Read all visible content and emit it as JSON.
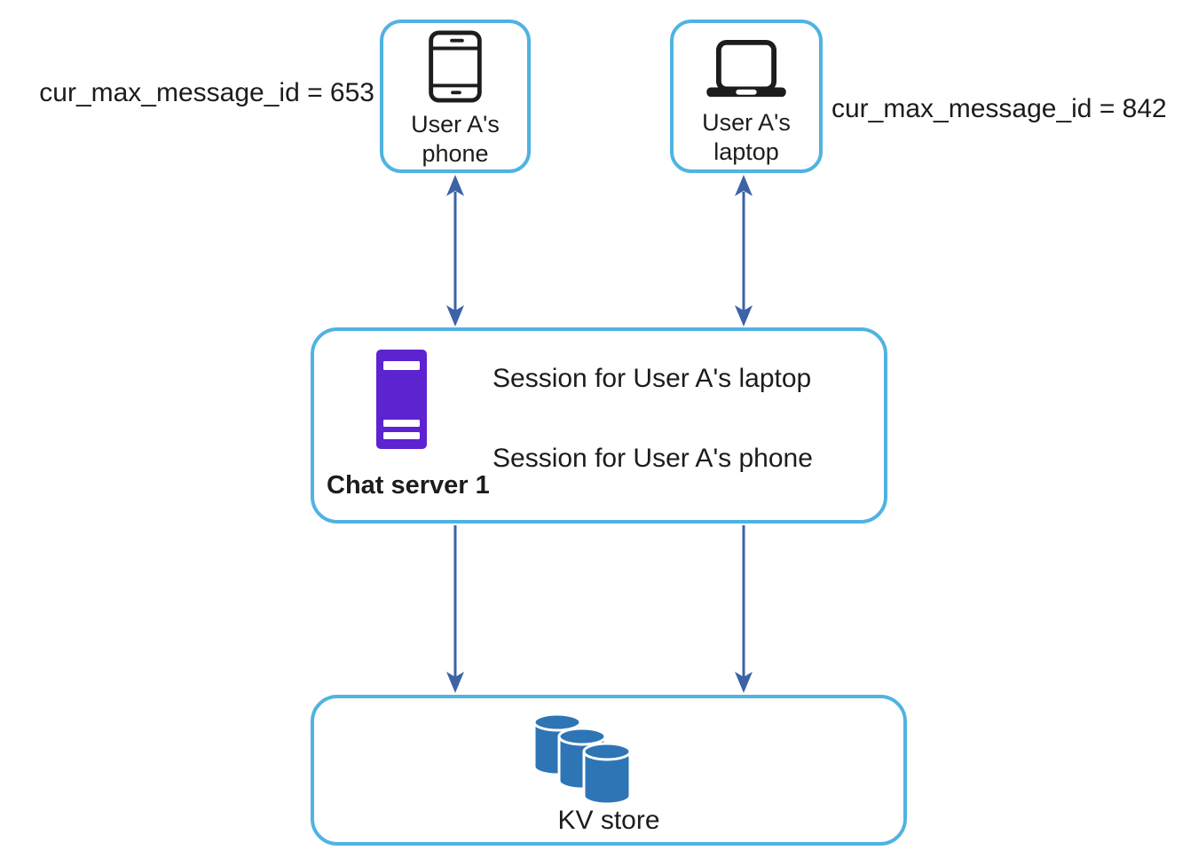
{
  "colors": {
    "box_border": "#4fb3e2",
    "arrow": "#3b63a5",
    "server_icon": "#5d23d1",
    "database_icon": "#2e75b6",
    "text": "#1c1c1c"
  },
  "annotations": {
    "phone_counter": "cur_max_message_id = 653",
    "laptop_counter": "cur_max_message_id = 842"
  },
  "nodes": {
    "phone": {
      "label": "User A's\nphone"
    },
    "laptop": {
      "label": "User A's\nlaptop"
    },
    "chat_server": {
      "title": "Chat server 1",
      "sessions": [
        "Session for User A's laptop",
        "Session for User A's phone"
      ]
    },
    "kv_store": {
      "label": "KV store"
    }
  },
  "edges": [
    {
      "from": "User A's phone",
      "to": "Chat server 1",
      "style": "bidirectional"
    },
    {
      "from": "User A's laptop",
      "to": "Chat server 1",
      "style": "bidirectional"
    },
    {
      "from": "Chat server 1",
      "to": "KV store",
      "style": "directed-down"
    },
    {
      "from": "Chat server 1",
      "to": "KV store",
      "style": "directed-down"
    }
  ]
}
